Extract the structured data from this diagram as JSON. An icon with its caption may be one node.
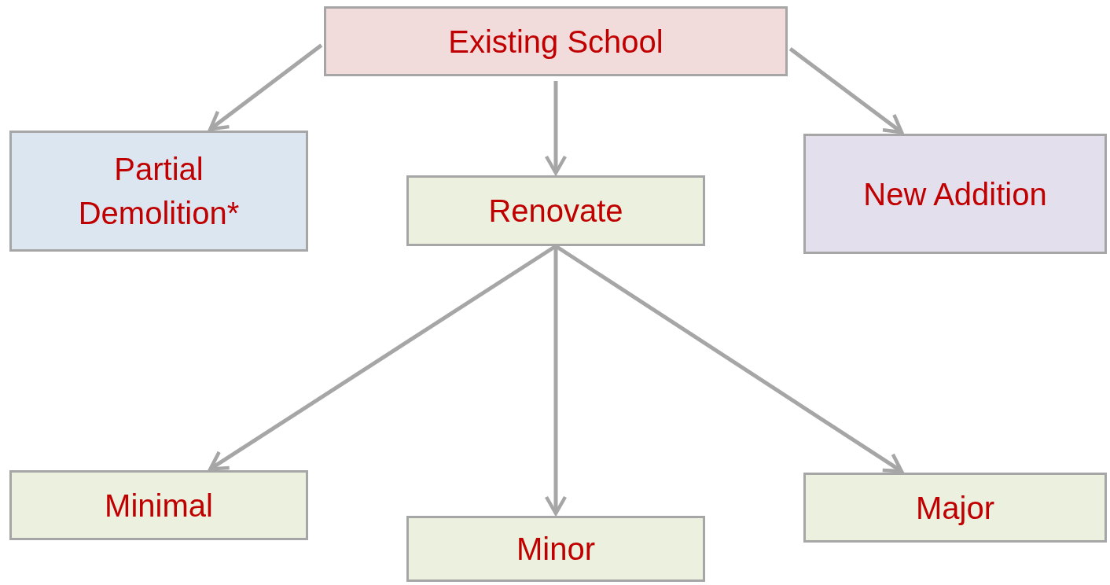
{
  "diagram": {
    "nodes": [
      {
        "text": [
          "Existing School"
        ]
      },
      {
        "text": [
          "Partial Demolition*"
        ]
      },
      {
        "text": [
          "Renovate"
        ]
      },
      {
        "text": [
          "New Addition"
        ]
      },
      {
        "text": [
          "Minimal"
        ]
      },
      {
        "text": [
          "Minor"
        ]
      },
      {
        "text": [
          "Major"
        ]
      }
    ],
    "edges": [
      {
        "from": 0,
        "to": 1,
        "arrow": "to"
      },
      {
        "from": 0,
        "to": 2,
        "arrow": "to"
      },
      {
        "from": 0,
        "to": 3,
        "arrow": "to"
      },
      {
        "from": 2,
        "to": 4,
        "arrow": "to"
      },
      {
        "from": 2,
        "to": 5,
        "arrow": "to"
      },
      {
        "from": 2,
        "to": 6,
        "arrow": "to"
      }
    ]
  }
}
